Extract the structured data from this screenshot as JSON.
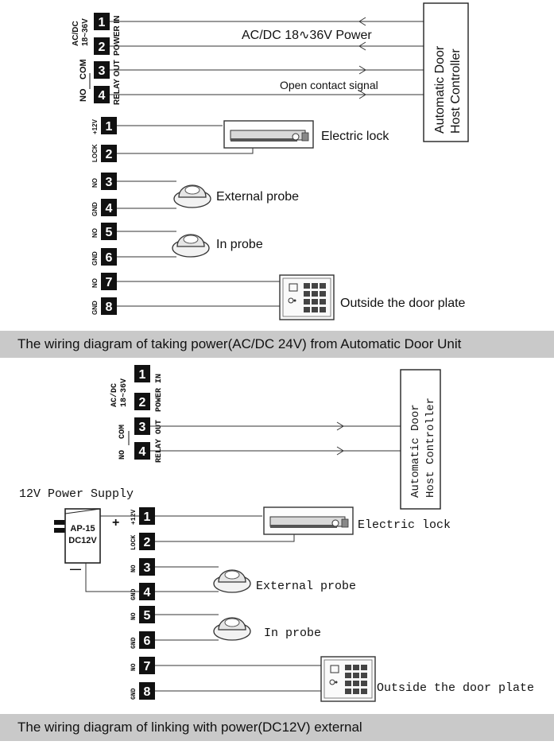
{
  "top": {
    "ac_dc": "AC/DC",
    "range": "18~36V",
    "power_in": "POWER IN",
    "relay_out": "RELAY OUT",
    "no": "NO",
    "com": "COM",
    "power_text": "AC/DC   18∿36V Power",
    "signal_text": "Open contact signal",
    "host_line1": "Automatic Door",
    "host_line2": "Host Controller",
    "terminals_a": [
      "1",
      "2",
      "3",
      "4"
    ],
    "terminals_b": [
      "1",
      "2",
      "3",
      "4",
      "5",
      "6",
      "7",
      "8"
    ],
    "b_labels": [
      "+12V",
      "LOCK",
      "NO",
      "GND",
      "NO",
      "GND",
      "NO",
      "GND"
    ],
    "electric_lock": "Electric lock",
    "external_probe": "External probe",
    "in_probe": "In probe",
    "door_plate": "Outside the door plate",
    "caption": "The wiring diagram of taking power(AC/DC 24V) from Automatic Door Unit"
  },
  "bottom": {
    "ac_dc": "AC/DC",
    "range": "18~36V",
    "power_in": "POWER IN",
    "relay_out": "RELAY OUT",
    "no": "NO",
    "com": "COM",
    "host_line1": "Automatic Door",
    "host_line2": "Host Controller",
    "power_supply": "12V Power Supply",
    "adapter_line1": "AP-15",
    "adapter_line2": "DC12V",
    "plus": "+",
    "minus": "—",
    "terminals_a": [
      "1",
      "2",
      "3",
      "4"
    ],
    "terminals_b": [
      "1",
      "2",
      "3",
      "4",
      "5",
      "6",
      "7",
      "8"
    ],
    "b_labels": [
      "+12V",
      "LOCK",
      "NO",
      "GND",
      "NO",
      "GND",
      "NO",
      "GND"
    ],
    "electric_lock": "Electric lock",
    "external_probe": "External probe",
    "in_probe": "In probe",
    "door_plate": "Outside the door plate",
    "caption": "The wiring diagram of linking with power(DC12V) external"
  }
}
